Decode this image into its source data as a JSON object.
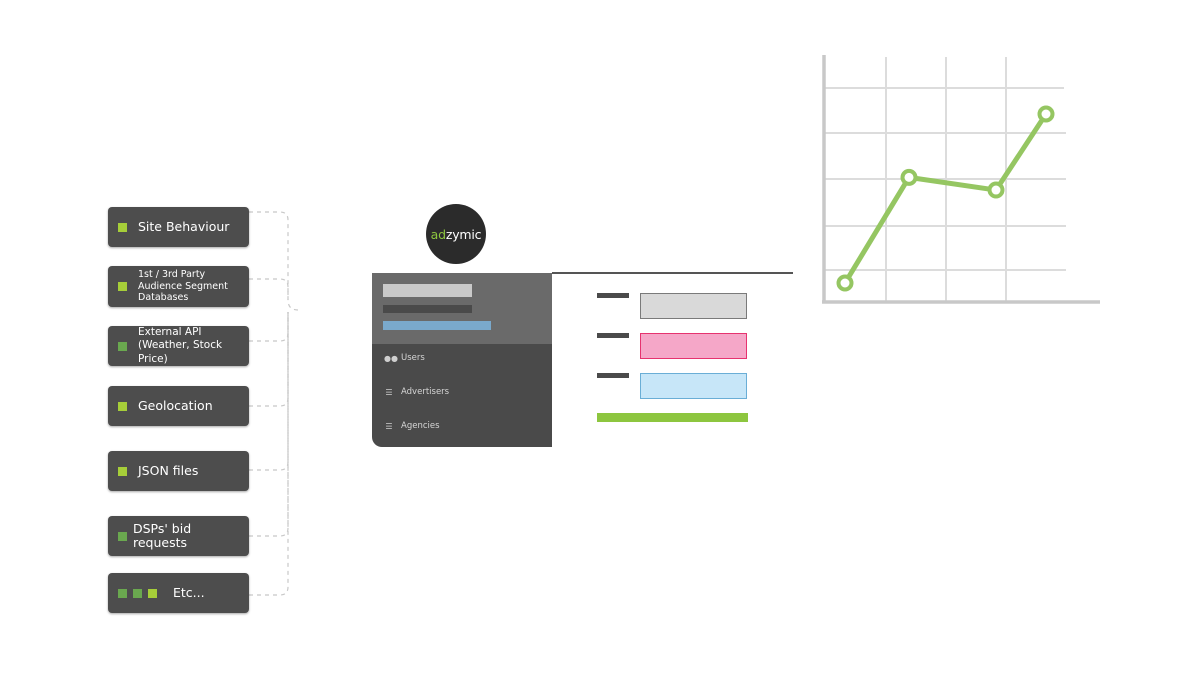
{
  "sources": [
    {
      "label": "Site Behaviour",
      "indicator": "lime"
    },
    {
      "label": "1st / 3rd Party Audience Segment Databases",
      "lines": [
        "1st / 3rd Party",
        "Audience Segment",
        "Databases"
      ],
      "indicator": "lime"
    },
    {
      "label": "External API (Weather, Stock Price)",
      "lines": [
        "External API",
        "(Weather, Stock Price)"
      ],
      "indicator": "dark"
    },
    {
      "label": "Geolocation",
      "indicator": "lime"
    },
    {
      "label": "JSON files",
      "indicator": "lime"
    },
    {
      "label": "DSPs' bid requests",
      "indicator": "dark"
    },
    {
      "label": "Etc...",
      "indicator": "triple"
    }
  ],
  "logo": {
    "prefix": "ad",
    "suffix": "zymic"
  },
  "sidebar": {
    "items": [
      {
        "label": "Users",
        "icon": "users-icon"
      },
      {
        "label": "Advertisers",
        "icon": "list-icon"
      },
      {
        "label": "Agencies",
        "icon": "list-icon"
      }
    ]
  },
  "colors": {
    "box": "#4d4d4d",
    "indicator_lime": "#a6ce39",
    "indicator_dark": "#6aa84f",
    "accent_green": "#8dc63f",
    "field_gray": "#d9d9d9",
    "field_pink": "#f5a7c8",
    "field_pink_border": "#e6336f",
    "field_blue": "#c7e6f8",
    "field_blue_border": "#6aaed6",
    "sidebar_blue_bar": "#7aa9cc"
  },
  "chart_data": {
    "type": "line",
    "x": [
      1,
      2,
      3,
      4
    ],
    "y": [
      1,
      3.5,
      3.2,
      5
    ],
    "grid": true,
    "axes_labels": false
  }
}
